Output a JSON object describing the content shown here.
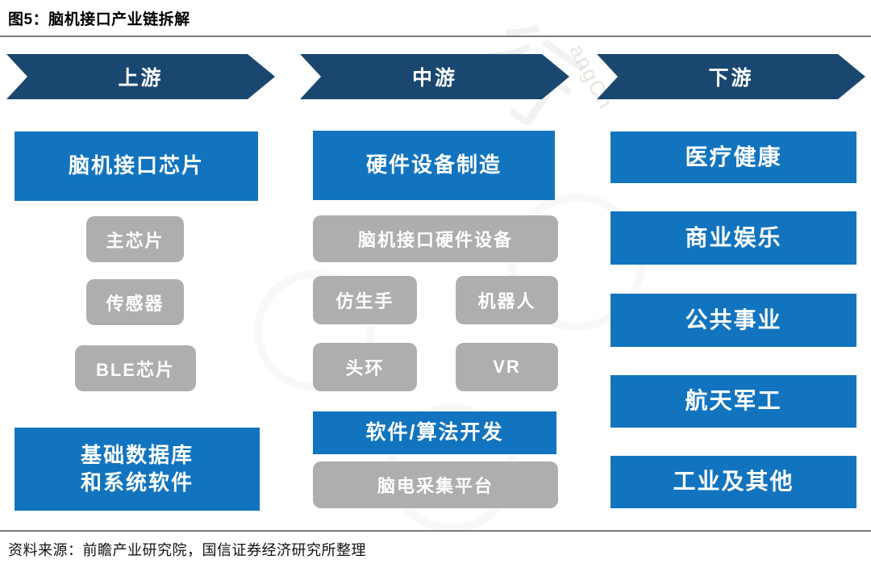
{
  "title": "图5：脑机接口产业链拆解",
  "source": "资料来源：前瞻产业研究院，国信证券经济研究所整理",
  "colors": {
    "header_navy": "#1A476F",
    "box_blue": "#1274BF",
    "box_gray": "#AEAEAE"
  },
  "watermark": {
    "char": "行",
    "latin": "angCh"
  },
  "columns": [
    {
      "header": "上游",
      "boxes": [
        {
          "label": "脑机接口芯片",
          "type": "blue"
        },
        {
          "label": "主芯片",
          "type": "gray"
        },
        {
          "label": "传感器",
          "type": "gray"
        },
        {
          "label": "BLE芯片",
          "type": "gray"
        },
        {
          "label": "基础数据库\n和系统软件",
          "type": "blue"
        }
      ]
    },
    {
      "header": "中游",
      "boxes": [
        {
          "label": "硬件设备制造",
          "type": "blue"
        },
        {
          "label": "脑机接口硬件设备",
          "type": "gray"
        },
        {
          "label": "仿生手",
          "type": "gray"
        },
        {
          "label": "机器人",
          "type": "gray"
        },
        {
          "label": "头环",
          "type": "gray"
        },
        {
          "label": "VR",
          "type": "gray"
        },
        {
          "label": "软件/算法开发",
          "type": "blue"
        },
        {
          "label": "脑电采集平台",
          "type": "gray"
        }
      ]
    },
    {
      "header": "下游",
      "boxes": [
        {
          "label": "医疗健康",
          "type": "blue"
        },
        {
          "label": "商业娱乐",
          "type": "blue"
        },
        {
          "label": "公共事业",
          "type": "blue"
        },
        {
          "label": "航天军工",
          "type": "blue"
        },
        {
          "label": "工业及其他",
          "type": "blue"
        }
      ]
    }
  ]
}
